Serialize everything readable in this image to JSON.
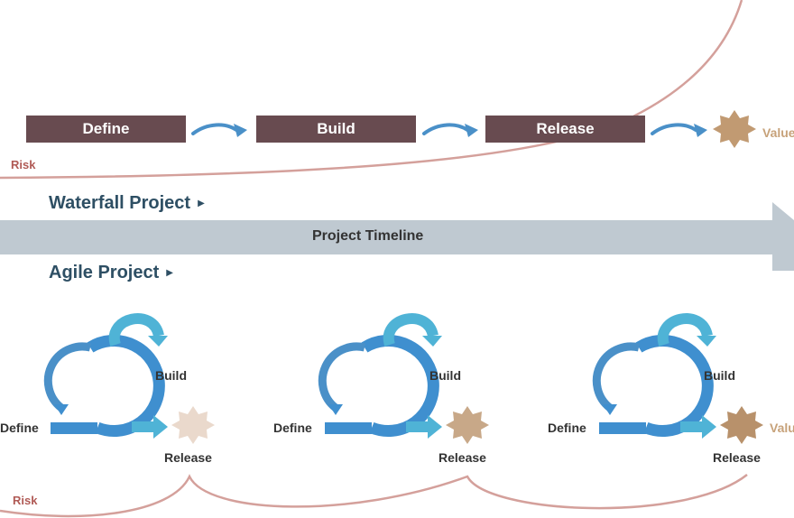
{
  "waterfall": {
    "steps": [
      "Define",
      "Build",
      "Release"
    ],
    "value_label": "Value",
    "risk_label": "Risk",
    "heading": "Waterfall Project"
  },
  "timeline": {
    "label": "Project Timeline"
  },
  "agile": {
    "heading": "Agile Project",
    "risk_label": "Risk",
    "cycles": [
      {
        "define": "Define",
        "build": "Build",
        "release": "Release"
      },
      {
        "define": "Define",
        "build": "Build",
        "release": "Release"
      },
      {
        "define": "Define",
        "build": "Build",
        "release": "Release"
      }
    ],
    "value_label": "Value"
  },
  "colors": {
    "box": "#684b50",
    "arrow_blue": "#4a90c8",
    "cycle_blue": "#3f8fcf",
    "cycle_light": "#4fb3d6",
    "risk_curve": "#d4a09b",
    "star_tan": "#c19a72",
    "star_light": "#ead9cc",
    "timeline_bar": "#bfc9d1",
    "heading": "#2e4f64"
  }
}
